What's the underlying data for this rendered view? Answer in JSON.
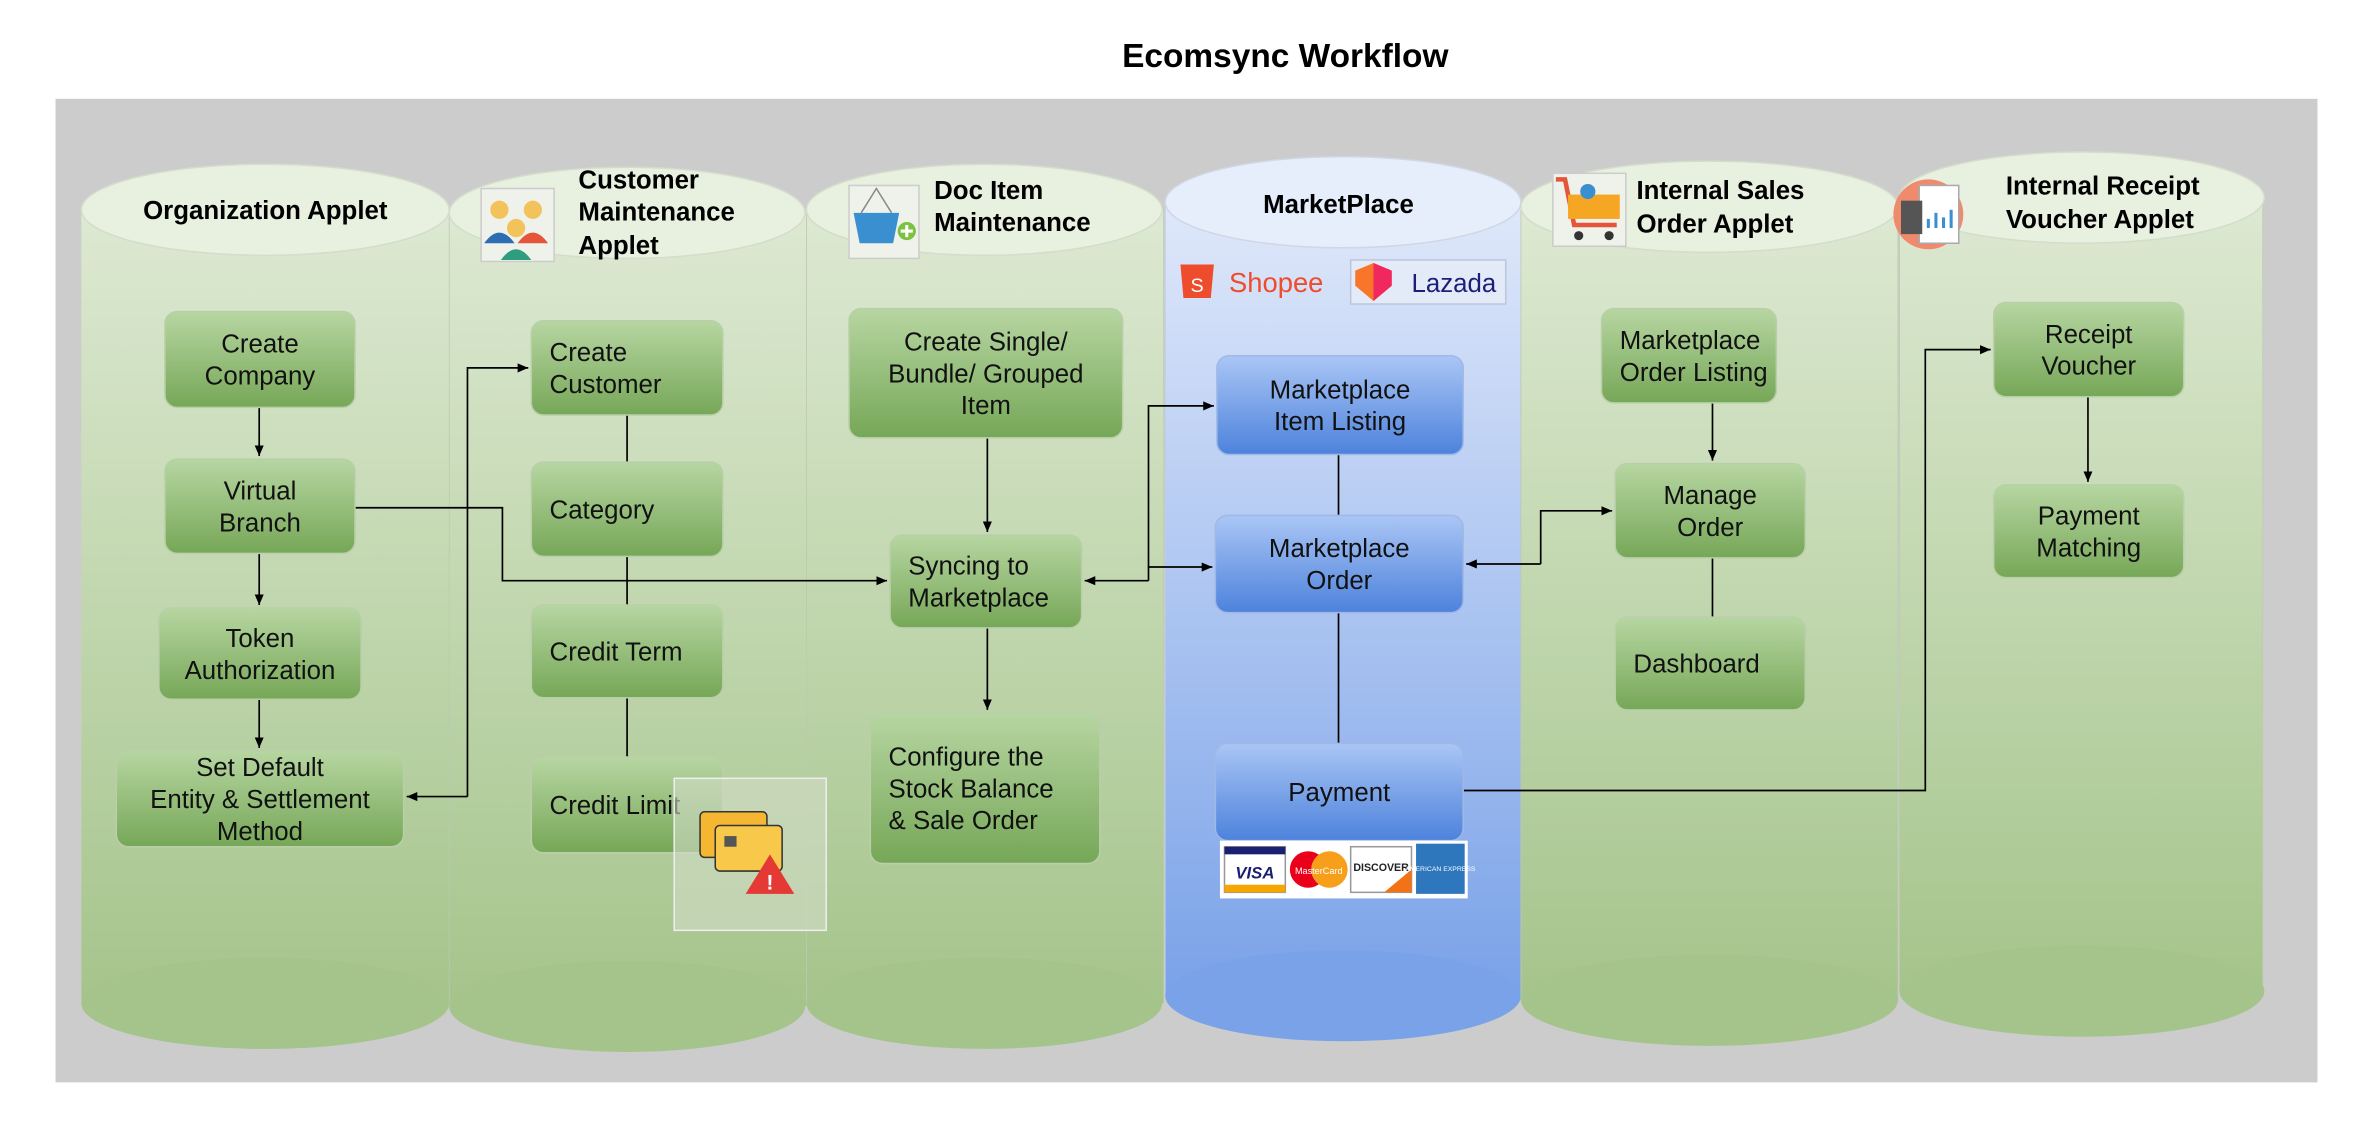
{
  "title": "Ecomsync Workflow",
  "colors": {
    "background": "#cccccc",
    "green_lane": "#c4d9b2",
    "blue_lane": "#a9c3f0",
    "green_box": "#8fbb6c",
    "blue_box": "#5f8fe0"
  },
  "lanes": [
    {
      "title": [
        "Organization Applet"
      ],
      "icon": null,
      "boxes": [
        [
          "Create",
          "Company"
        ],
        [
          "Virtual",
          "Branch"
        ],
        [
          "Token",
          "Authorization"
        ],
        [
          "Set Default",
          "Entity & Settlement",
          "Method"
        ]
      ]
    },
    {
      "title": [
        "Customer",
        "Maintenance",
        "Applet"
      ],
      "icon": "customers-group-icon",
      "boxes": [
        [
          "Create",
          "Customer"
        ],
        [
          "Category"
        ],
        [
          "Credit Term"
        ],
        [
          "Credit Limit"
        ]
      ]
    },
    {
      "title": [
        "Doc Item",
        "Maintenance"
      ],
      "icon": "shopping-basket-add-icon",
      "boxes": [
        [
          "Create Single/",
          "Bundle/ Grouped",
          "Item"
        ],
        [
          "Syncing to",
          "Marketplace"
        ],
        [
          "Configure the",
          "Stock Balance",
          "& Sale Order"
        ]
      ]
    },
    {
      "title": [
        "MarketPlace"
      ],
      "icon": null,
      "logos": [
        "Shopee",
        "Lazada"
      ],
      "boxes": [
        [
          "Marketplace",
          "Item Listing"
        ],
        [
          "Marketplace",
          "Order"
        ],
        [
          "Payment"
        ]
      ],
      "payment_logos": [
        "VISA",
        "MasterCard",
        "DISCOVER",
        "AMERICAN EXPRESS"
      ]
    },
    {
      "title": [
        "Internal Sales",
        "Order Applet"
      ],
      "icon": "shopping-cart-icon",
      "boxes": [
        [
          "Marketplace",
          "Order Listing"
        ],
        [
          "Manage",
          "Order"
        ],
        [
          "Dashboard"
        ]
      ]
    },
    {
      "title": [
        "Internal Receipt",
        "Voucher Applet"
      ],
      "icon": "receipt-calculator-icon",
      "boxes": [
        [
          "Receipt",
          "Voucher"
        ],
        [
          "Payment",
          "Matching"
        ]
      ]
    }
  ]
}
